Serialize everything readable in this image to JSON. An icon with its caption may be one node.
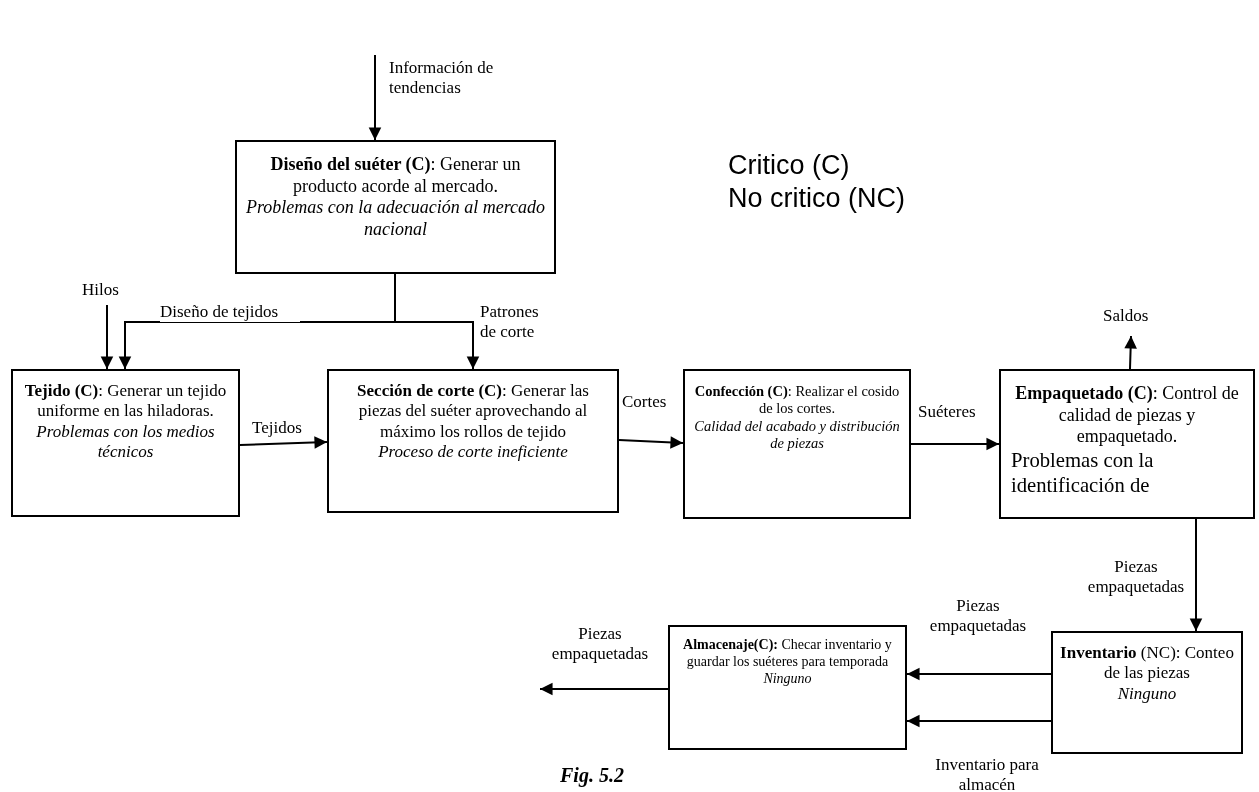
{
  "diagram": {
    "caption": "Fig. 5.2",
    "nodes": [
      {
        "text": [
          "**Diseño del suéter (C)**: Generar un producto acorde al mercado.",
          "Problemas con la adecuación al mercado nacional"
        ]
      },
      {
        "text": [
          "**Tejido (C)**: Generar un tejido uniforme en las hiladoras.",
          "Problemas con los medios técnicos"
        ]
      },
      {
        "text": [
          "**Sección de corte (C)**: Generar las piezas del suéter aprovechando al máximo los rollos de tejido",
          "Proceso de corte ineficiente"
        ]
      },
      {
        "text": [
          "**Confección (C)**: Realizar el cosido de los cortes.",
          "Calidad del acabado y distribución de piezas"
        ]
      },
      {
        "text": [
          "**Empaquetado (C)**: Control de calidad de piezas y empaquetado.",
          "Problemas con la identificación de"
        ]
      },
      {
        "text": [
          "**Inventario** (NC): Conteo de las piezas",
          "Ninguno"
        ]
      },
      {
        "text": [
          "**Almacenaje(C):** Checar inventario y guardar los suéteres para temporada",
          "Ninguno"
        ]
      }
    ],
    "edges": [
      {
        "from": null,
        "to": 0,
        "arrow": "to",
        "label": "Información de tendencias"
      },
      {
        "from": null,
        "to": 1,
        "arrow": "to",
        "label": "Hilos"
      },
      {
        "from": 0,
        "to": 1,
        "arrow": "to",
        "label": "Diseño de tejidos"
      },
      {
        "from": 0,
        "to": 2,
        "arrow": "to",
        "label": "Patrones de corte"
      },
      {
        "from": 1,
        "to": 2,
        "arrow": "to",
        "label": "Tejidos"
      },
      {
        "from": 2,
        "to": 3,
        "arrow": "to",
        "label": "Cortes"
      },
      {
        "from": 3,
        "to": 4,
        "arrow": "to",
        "label": "Suéteres"
      },
      {
        "from": 4,
        "to": null,
        "arrow": "to",
        "label": "Saldos"
      },
      {
        "from": 4,
        "to": 5,
        "arrow": "to",
        "label": "Piezas empaquetadas"
      },
      {
        "from": 5,
        "to": 6,
        "arrow": "to",
        "label": "Piezas empaquetadas"
      },
      {
        "from": 5,
        "to": 6,
        "arrow": "to",
        "label": "Inventario para almacén"
      },
      {
        "from": 6,
        "to": null,
        "arrow": "to",
        "label": "Piezas empaquetadas"
      }
    ],
    "labels": [
      "Critico (C)",
      "No critico (NC)"
    ]
  }
}
